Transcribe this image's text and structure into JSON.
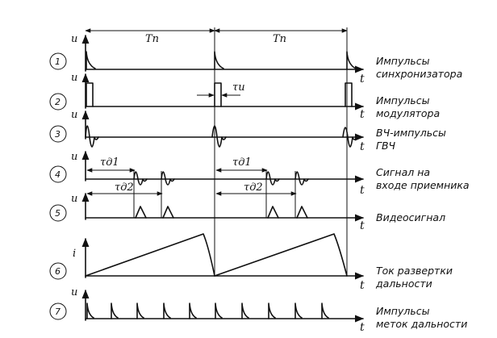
{
  "period_label": "Tп",
  "pulse_width_label": "τи",
  "delay1_label": "τд1",
  "delay2_label": "τд2",
  "time_axis_label": "t",
  "rows": [
    {
      "number": "1",
      "axis_label": "u",
      "caption": [
        "Импульсы",
        "синхронизатора"
      ]
    },
    {
      "number": "2",
      "axis_label": "u",
      "caption": [
        "Импульсы",
        "модулятора"
      ]
    },
    {
      "number": "3",
      "axis_label": "u",
      "caption": [
        "ВЧ-импульсы",
        "ГВЧ"
      ]
    },
    {
      "number": "4",
      "axis_label": "u",
      "caption": [
        "Сигнал на",
        "входе приемника"
      ]
    },
    {
      "number": "5",
      "axis_label": "u",
      "caption": [
        "Видеосигнал"
      ]
    },
    {
      "number": "6",
      "axis_label": "i",
      "caption": [
        "Ток развертки",
        "дальности"
      ]
    },
    {
      "number": "7",
      "axis_label": "u",
      "caption": [
        "Импульсы",
        "меток дальности"
      ]
    }
  ]
}
